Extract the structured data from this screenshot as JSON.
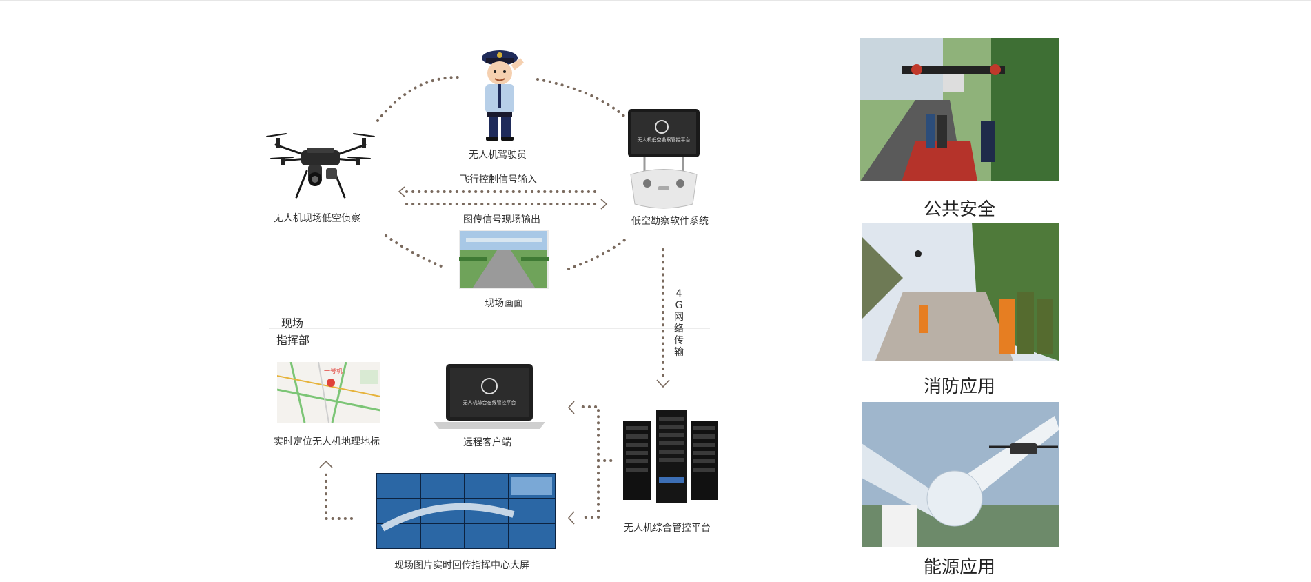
{
  "diagram": {
    "drone_label": "无人机现场低空侦察",
    "pilot_label": "无人机驾驶员",
    "software_label": "低空勘察软件系统",
    "flight_signal_label": "飞行控制信号输入",
    "image_signal_label": "图传信号现场输出",
    "scene_picture_label": "现场画面",
    "network_label": "4G网络传输",
    "command_post_label_1": "现场",
    "command_post_label_2": "指挥部",
    "map_label": "实时定位无人机地理地标",
    "map_marker": "一号机",
    "remote_client_label": "远程客户端",
    "laptop_screen_text": "无人机综合在线管控平台",
    "tablet_screen_text": "无人机低空勘察管控平台",
    "platform_label": "无人机综合管控平台",
    "big_screen_label": "现场图片实时回传指挥中心大屏"
  },
  "applications": [
    {
      "label": "公共安全"
    },
    {
      "label": "消防应用"
    },
    {
      "label": "能源应用"
    }
  ]
}
